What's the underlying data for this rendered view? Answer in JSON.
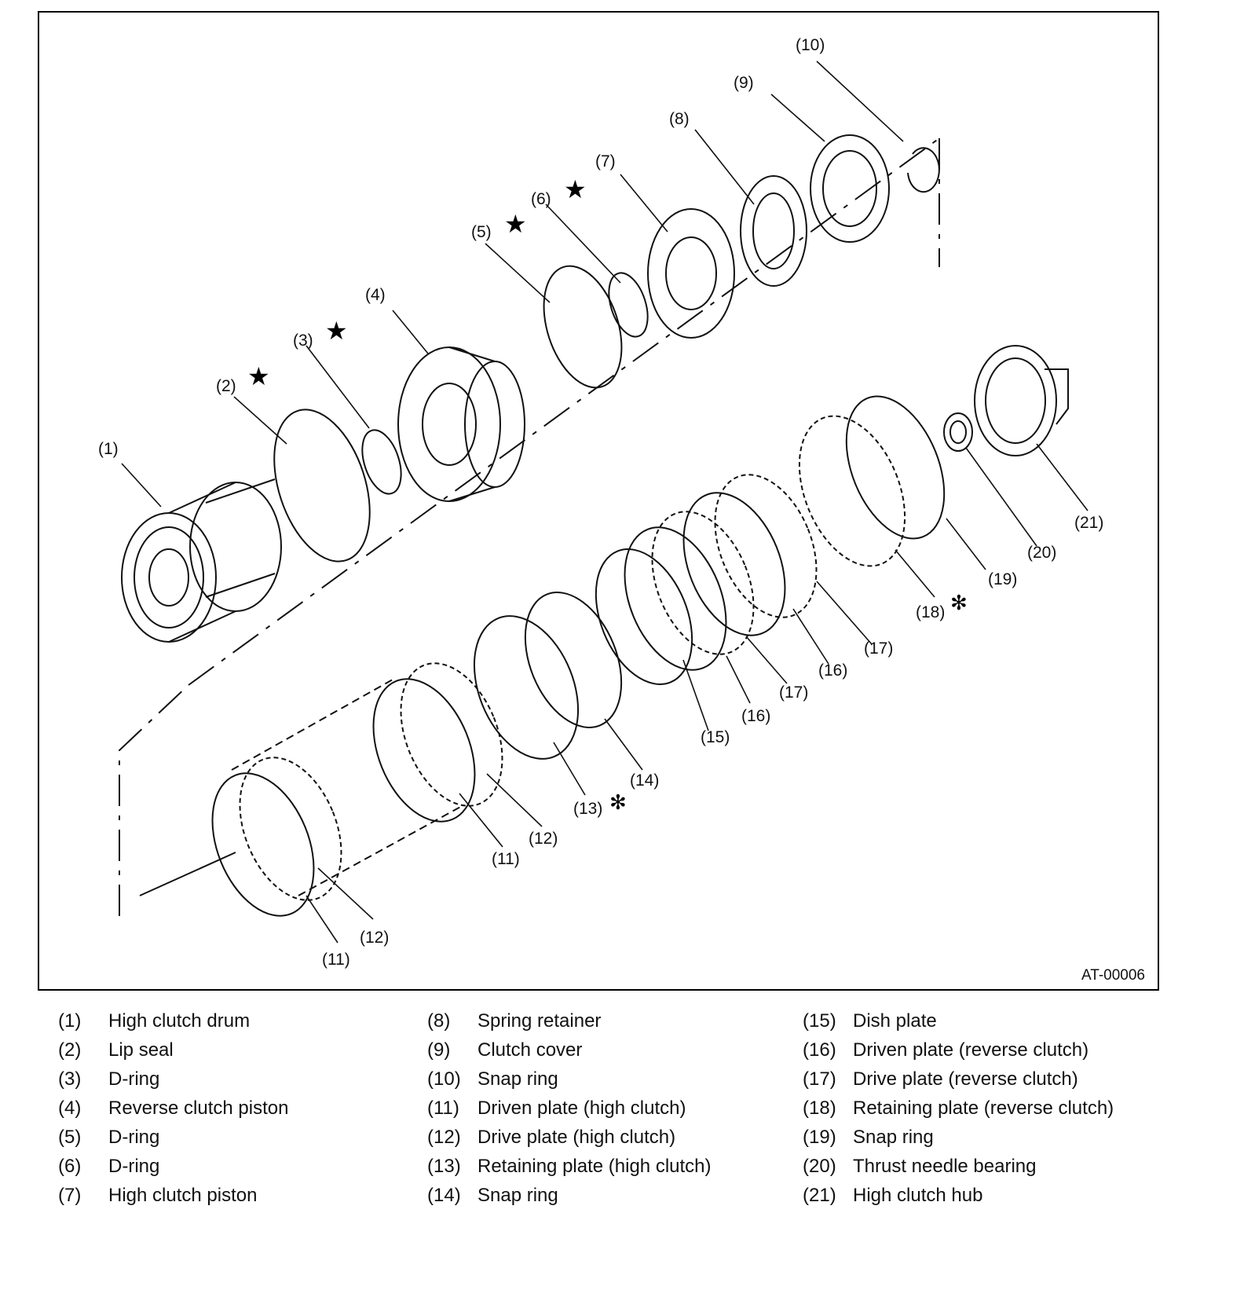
{
  "figure": {
    "code": "AT-00006",
    "callouts": [
      {
        "id": "c1",
        "text": "(1)"
      },
      {
        "id": "c2",
        "text": "(2)"
      },
      {
        "id": "c3",
        "text": "(3)"
      },
      {
        "id": "c4",
        "text": "(4)"
      },
      {
        "id": "c5",
        "text": "(5)"
      },
      {
        "id": "c6",
        "text": "(6)"
      },
      {
        "id": "c7",
        "text": "(7)"
      },
      {
        "id": "c8",
        "text": "(8)"
      },
      {
        "id": "c9",
        "text": "(9)"
      },
      {
        "id": "c10",
        "text": "(10)"
      },
      {
        "id": "c11a",
        "text": "(11)"
      },
      {
        "id": "c12a",
        "text": "(12)"
      },
      {
        "id": "c11b",
        "text": "(11)"
      },
      {
        "id": "c12b",
        "text": "(12)"
      },
      {
        "id": "c13",
        "text": "(13)"
      },
      {
        "id": "c14",
        "text": "(14)"
      },
      {
        "id": "c15",
        "text": "(15)"
      },
      {
        "id": "c16a",
        "text": "(16)"
      },
      {
        "id": "c17a",
        "text": "(17)"
      },
      {
        "id": "c16b",
        "text": "(16)"
      },
      {
        "id": "c17b",
        "text": "(17)"
      },
      {
        "id": "c18",
        "text": "(18)"
      },
      {
        "id": "c19",
        "text": "(19)"
      },
      {
        "id": "c20",
        "text": "(20)"
      },
      {
        "id": "c21",
        "text": "(21)"
      }
    ],
    "marks": {
      "star": "★",
      "asterisk": "✻"
    }
  },
  "legend": [
    {
      "num": "(1)",
      "name": "High clutch drum"
    },
    {
      "num": "(2)",
      "name": "Lip seal"
    },
    {
      "num": "(3)",
      "name": "D-ring"
    },
    {
      "num": "(4)",
      "name": "Reverse clutch piston"
    },
    {
      "num": "(5)",
      "name": "D-ring"
    },
    {
      "num": "(6)",
      "name": "D-ring"
    },
    {
      "num": "(7)",
      "name": "High clutch piston"
    },
    {
      "num": "(8)",
      "name": "Spring retainer"
    },
    {
      "num": "(9)",
      "name": "Clutch cover"
    },
    {
      "num": "(10)",
      "name": "Snap ring"
    },
    {
      "num": "(11)",
      "name": "Driven plate (high clutch)"
    },
    {
      "num": "(12)",
      "name": "Drive plate (high clutch)"
    },
    {
      "num": "(13)",
      "name": "Retaining plate (high clutch)"
    },
    {
      "num": "(14)",
      "name": "Snap ring"
    },
    {
      "num": "(15)",
      "name": "Dish plate"
    },
    {
      "num": "(16)",
      "name": "Driven plate (reverse clutch)"
    },
    {
      "num": "(17)",
      "name": "Drive plate (reverse clutch)"
    },
    {
      "num": "(18)",
      "name": "Retaining plate (reverse clutch)"
    },
    {
      "num": "(19)",
      "name": "Snap ring"
    },
    {
      "num": "(20)",
      "name": "Thrust needle bearing"
    },
    {
      "num": "(21)",
      "name": "High clutch hub"
    }
  ]
}
